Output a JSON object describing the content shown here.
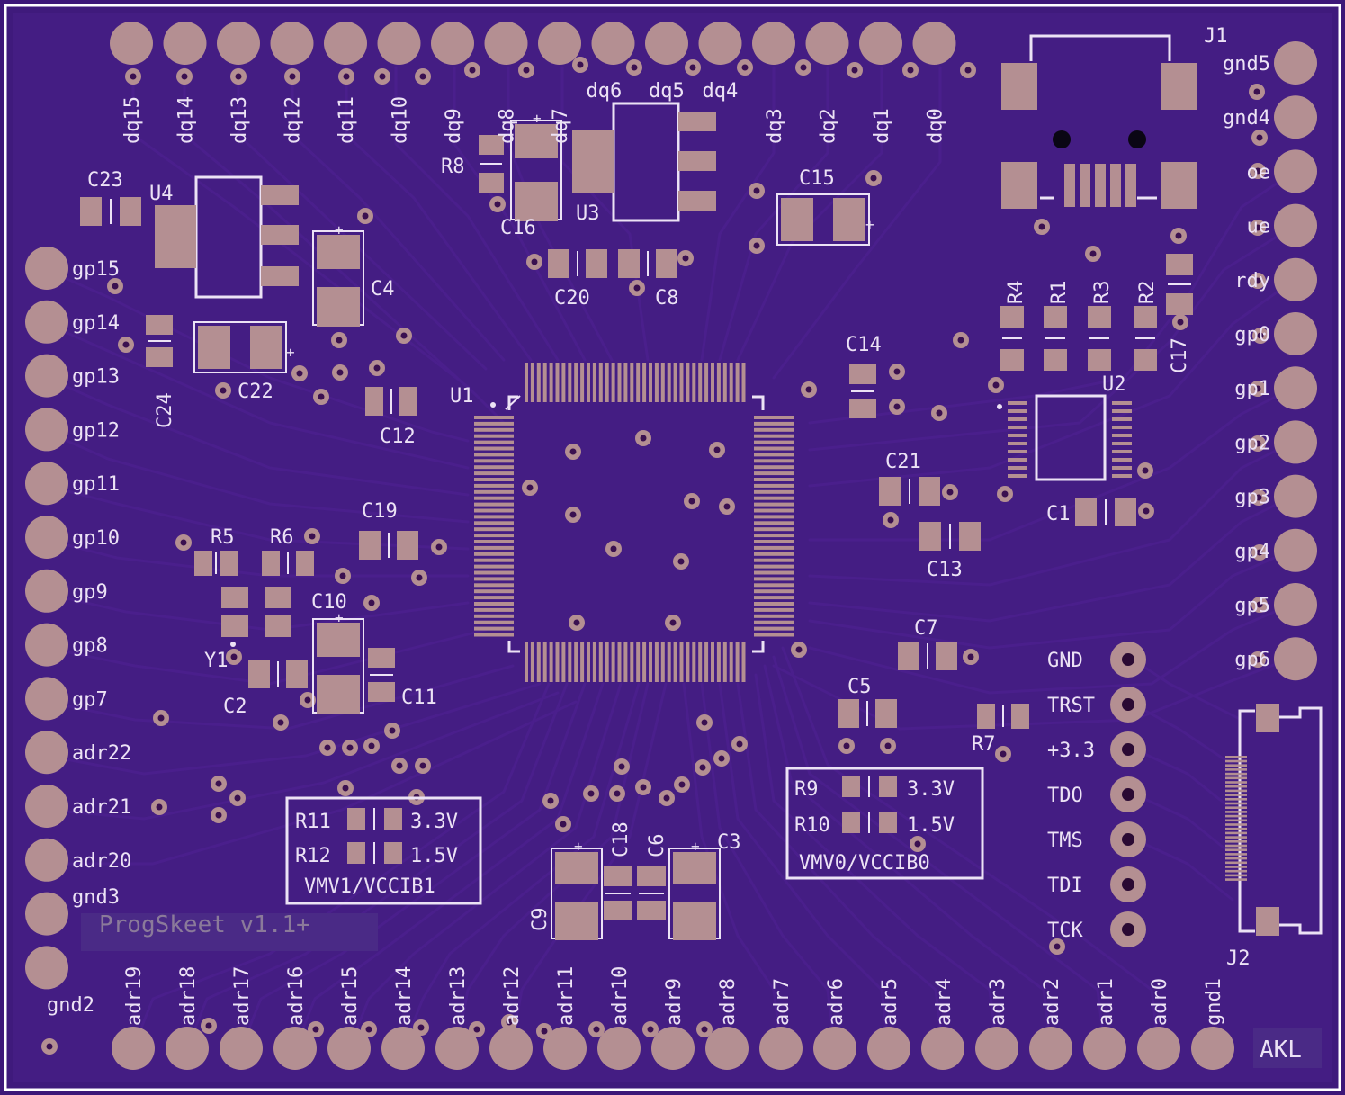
{
  "board": {
    "title": "ProgSkeet v1.1+",
    "initials": "AKL",
    "colors": {
      "substrate": "#3d1778",
      "copper_pour": "#461f86",
      "trace": "#4a1f8c",
      "pad": "#b48f92",
      "silkscreen": "#ece2f5",
      "edge": "#ffffff"
    }
  },
  "top_pins": [
    "dq15",
    "dq14",
    "dq13",
    "dq12",
    "dq11",
    "dq10",
    "dq9",
    "dq8",
    "dq7",
    "dq6",
    "dq5",
    "dq4",
    "dq3",
    "dq2",
    "dq1",
    "dq0"
  ],
  "left_pins": [
    "gp15",
    "gp14",
    "gp13",
    "gp12",
    "gp11",
    "gp10",
    "gp9",
    "gp8",
    "gp7",
    "adr22",
    "adr21",
    "adr20",
    "gnd3",
    "gnd2"
  ],
  "right_pins": [
    "gnd5",
    "gnd4",
    "oe",
    "ue",
    "rdy",
    "gp0",
    "gp1",
    "gp2",
    "gp3",
    "gp4",
    "gp5",
    "gp6"
  ],
  "bottom_pins": [
    "adr19",
    "adr18",
    "adr17",
    "adr16",
    "adr15",
    "adr14",
    "adr13",
    "adr12",
    "adr11",
    "adr10",
    "adr9",
    "adr8",
    "adr7",
    "adr6",
    "adr5",
    "adr4",
    "adr3",
    "adr2",
    "adr1",
    "adr0",
    "gnd1"
  ],
  "jtag_pins": [
    "GND",
    "TRST",
    "+3.3",
    "TDO",
    "TMS",
    "TDI",
    "TCK"
  ],
  "designators": {
    "u1": "U1",
    "u2": "U2",
    "u3": "U3",
    "u4": "U4",
    "y1": "Y1",
    "j1": "J1",
    "j2": "J2",
    "r1": "R1",
    "r2": "R2",
    "r3": "R3",
    "r4": "R4",
    "r5": "R5",
    "r6": "R6",
    "r7": "R7",
    "r8": "R8",
    "c1": "C1",
    "c2": "C2",
    "c3": "C3",
    "c4": "C4",
    "c5": "C5",
    "c6": "C6",
    "c7": "C7",
    "c8": "C8",
    "c9": "C9",
    "c10": "C10",
    "c11": "C11",
    "c12": "C12",
    "c13": "C13",
    "c14": "C14",
    "c15": "C15",
    "c16": "C16",
    "c17": "C17",
    "c18": "C18",
    "c19": "C19",
    "c20": "C20",
    "c21": "C21",
    "c22": "C22",
    "c23": "C23",
    "c24": "C24"
  },
  "voltage_box_left": {
    "r_a": "R11",
    "v_a": "3.3V",
    "r_b": "R12",
    "v_b": "1.5V",
    "caption": "VMV1/VCCIB1"
  },
  "voltage_box_right": {
    "r_a": "R9",
    "v_a": "3.3V",
    "r_b": "R10",
    "v_b": "1.5V",
    "caption": "VMV0/VCCIB0"
  }
}
